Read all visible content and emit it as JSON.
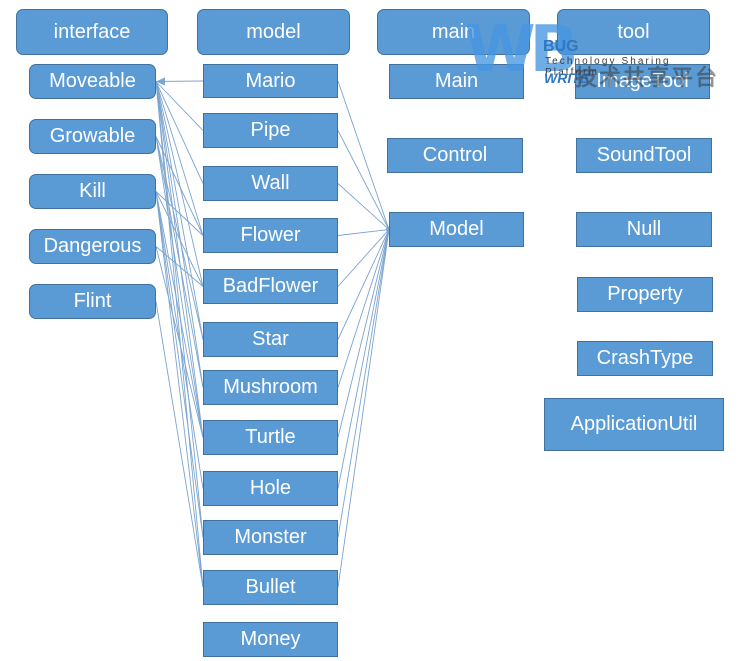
{
  "headers": {
    "interface": "interface",
    "model": "model",
    "main": "main",
    "tool": "tool"
  },
  "interfaces": [
    "Moveable",
    "Growable",
    "Kill",
    "Dangerous",
    "Flint"
  ],
  "models": [
    "Mario",
    "Pipe",
    "Wall",
    "Flower",
    "BadFlower",
    "Star",
    "Mushroom",
    "Turtle",
    "Hole",
    "Monster",
    "Bullet",
    "Money"
  ],
  "main": [
    "Main",
    "Control",
    "Model"
  ],
  "tools": [
    "ImageTool",
    "SoundTool",
    "Null",
    "Property",
    "CrashType",
    "ApplicationUtil"
  ],
  "watermark": {
    "logo": "WB",
    "bug": "BUG",
    "write": "WRITE",
    "tagline": "Technology Sharing Platform",
    "chinese": "技术共享平台"
  },
  "colors": {
    "box_fill": "#5b9bd5",
    "box_border": "#41719c",
    "connector": "#7ba4cf",
    "text": "#ffffff"
  },
  "connections": {
    "model_to_interface": [
      [
        "Mario",
        "Moveable"
      ],
      [
        "Pipe",
        "Moveable"
      ],
      [
        "Wall",
        "Moveable"
      ],
      [
        "Flower",
        "Moveable"
      ],
      [
        "Flower",
        "Kill"
      ],
      [
        "Flower",
        "Growable"
      ],
      [
        "BadFlower",
        "Moveable"
      ],
      [
        "BadFlower",
        "Dangerous"
      ],
      [
        "BadFlower",
        "Kill"
      ],
      [
        "Star",
        "Moveable"
      ],
      [
        "Star",
        "Growable"
      ],
      [
        "Mushroom",
        "Moveable"
      ],
      [
        "Mushroom",
        "Growable"
      ],
      [
        "Turtle",
        "Moveable"
      ],
      [
        "Turtle",
        "Kill"
      ],
      [
        "Turtle",
        "Dangerous"
      ],
      [
        "Turtle",
        "Growable"
      ],
      [
        "Hole",
        "Kill"
      ],
      [
        "Monster",
        "Moveable"
      ],
      [
        "Monster",
        "Kill"
      ],
      [
        "Bullet",
        "Moveable"
      ],
      [
        "Bullet",
        "Flint"
      ],
      [
        "Bullet",
        "Kill"
      ]
    ],
    "model_to_main": [
      "Mario",
      "Pipe",
      "Wall",
      "Flower",
      "BadFlower",
      "Star",
      "Mushroom",
      "Turtle",
      "Hole",
      "Monster",
      "Bullet"
    ]
  }
}
